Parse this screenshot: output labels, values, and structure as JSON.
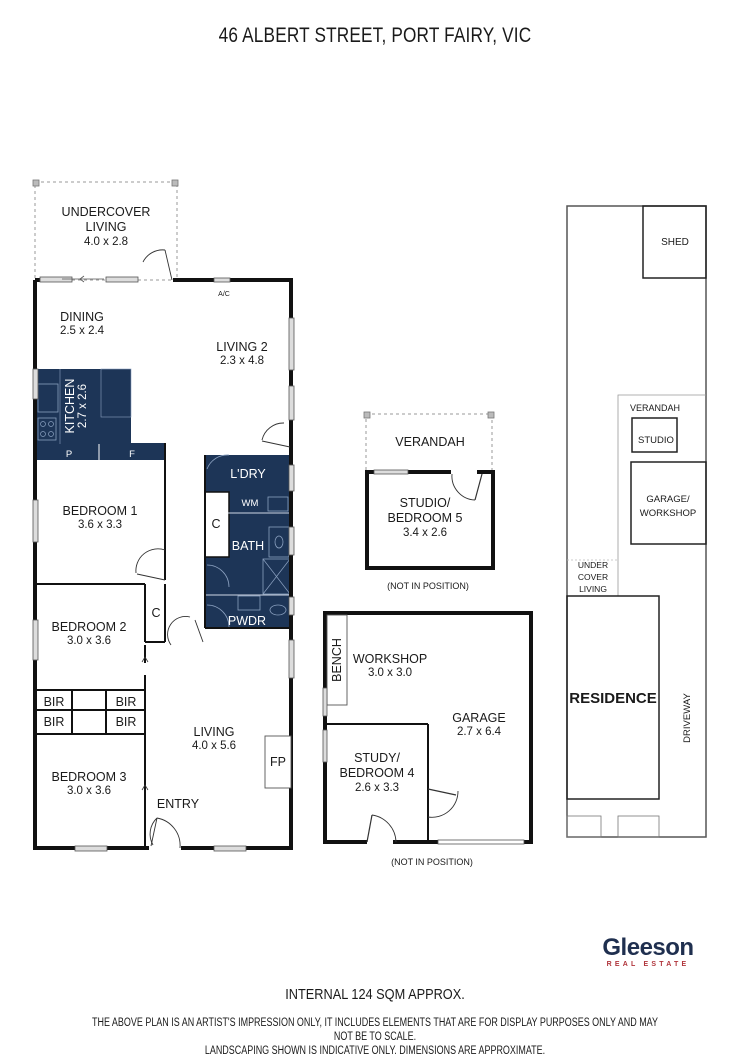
{
  "header": {
    "title": "46 ALBERT STREET, PORT FAIRY, VIC"
  },
  "colors": {
    "wet_area_fill": "#1d3557",
    "wall": "#111111",
    "brand_navy": "#1f2f4f",
    "brand_red": "#b0343b"
  },
  "main_house": {
    "rooms": {
      "undercover_living": {
        "name_line1": "UNDERCOVER",
        "name_line2": "LIVING",
        "dims": "4.0 x 2.8"
      },
      "dining": {
        "name": "DINING",
        "dims": "2.5 x 2.4"
      },
      "living2": {
        "name": "LIVING 2",
        "dims": "2.3 x 4.8"
      },
      "kitchen": {
        "name": "KITCHEN",
        "dims": "2.7 x 2.6"
      },
      "pantry": {
        "name": "P"
      },
      "fridge": {
        "name": "F"
      },
      "laundry": {
        "name": "L'DRY"
      },
      "washing_machine": {
        "name": "WM"
      },
      "linen_cupboard": {
        "name": "C"
      },
      "bath": {
        "name": "BATH"
      },
      "powder": {
        "name": "PWDR"
      },
      "bedroom1": {
        "name": "BEDROOM 1",
        "dims": "3.6 x 3.3"
      },
      "bedroom2": {
        "name": "BEDROOM 2",
        "dims": "3.0 x 3.6"
      },
      "bedroom2_cupboard": {
        "name": "C"
      },
      "bir": [
        "BIR",
        "BIR",
        "BIR",
        "BIR"
      ],
      "bedroom3": {
        "name": "BEDROOM 3",
        "dims": "3.0 x 3.6"
      },
      "living": {
        "name": "LIVING",
        "dims": "4.0 x 5.6"
      },
      "fireplace": {
        "name": "FP"
      },
      "entry": {
        "name": "ENTRY"
      },
      "air_con": {
        "name": "A/C"
      }
    }
  },
  "studio": {
    "verandah": {
      "name": "VERANDAH"
    },
    "room": {
      "name_line1": "STUDIO/",
      "name_line2": "BEDROOM 5",
      "dims": "3.4 x 2.6"
    },
    "note": "(NOT IN POSITION)"
  },
  "garage": {
    "bench": {
      "name": "BENCH"
    },
    "workshop": {
      "name": "WORKSHOP",
      "dims": "3.0 x 3.0"
    },
    "garage": {
      "name": "GARAGE",
      "dims": "2.7 x 6.4"
    },
    "study": {
      "name_line1": "STUDY/",
      "name_line2": "BEDROOM 4",
      "dims": "2.6 x 3.3"
    },
    "note": "(NOT IN POSITION)"
  },
  "site_plan": {
    "shed": "SHED",
    "verandah": "VERANDAH",
    "studio": "STUDIO",
    "garage_line1": "GARAGE/",
    "garage_line2": "WORKSHOP",
    "undercover_line1": "UNDER",
    "undercover_line2": "COVER",
    "undercover_line3": "LIVING",
    "residence": "RESIDENCE",
    "driveway": "DRIVEWAY"
  },
  "branding": {
    "name": "Gleeson",
    "subtitle": "REAL ESTATE"
  },
  "footer": {
    "area": "INTERNAL 124 SQM APPROX.",
    "disclaimer_line1": "THE ABOVE PLAN IS AN ARTIST'S IMPRESSION ONLY, IT INCLUDES ELEMENTS THAT ARE FOR DISPLAY PURPOSES ONLY AND MAY NOT BE TO SCALE.",
    "disclaimer_line2": "LANDSCAPING SHOWN IS INDICATIVE ONLY. DIMENSIONS ARE APPROXIMATE."
  }
}
